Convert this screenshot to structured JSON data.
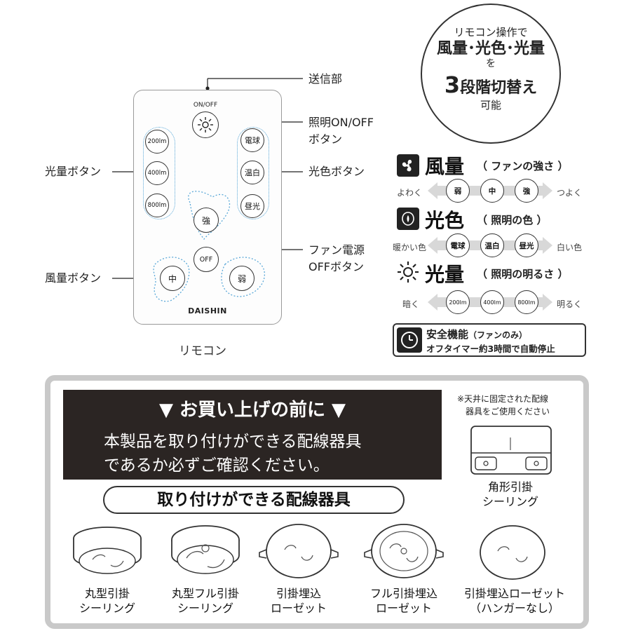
{
  "remote": {
    "caption": "リモコン",
    "onoff_label": "ON/OFF",
    "brand": "DAISHIN",
    "brightness_buttons": [
      "200lm",
      "400lm",
      "800lm"
    ],
    "color_buttons": [
      "電球",
      "温白",
      "昼光"
    ],
    "fan_buttons": {
      "strong": "強",
      "off": "OFF",
      "mid": "中",
      "weak": "弱"
    },
    "callouts": {
      "transmitter": "送信部",
      "light_onoff_1": "照明ON/OFF",
      "light_onoff_2": "ボタン",
      "brightness": "光量ボタン",
      "color": "光色ボタン",
      "fan_off_1": "ファン電源",
      "fan_off_2": "OFFボタン",
      "fan": "風量ボタン"
    }
  },
  "badge": {
    "line1": "リモコン操作で",
    "line2": "風量･光色･光量",
    "line3": "を",
    "line4_num": "3",
    "line4_text": "段階切替え",
    "line5": "可能"
  },
  "features": {
    "fan": {
      "title": "風量",
      "sub": "（ ファンの強さ ）",
      "left": "よわく",
      "right": "つよく",
      "levels": [
        "弱",
        "中",
        "強"
      ]
    },
    "color": {
      "title": "光色",
      "sub": "（ 照明の色 ）",
      "left": "暖かい色",
      "right": "白い色",
      "levels": [
        "電球",
        "温白",
        "昼光"
      ]
    },
    "light": {
      "title": "光量",
      "sub": "（ 照明の明るさ ）",
      "left": "暗く",
      "right": "明るく",
      "levels": [
        "200lm",
        "400lm",
        "800lm"
      ]
    },
    "safety": {
      "title": "安全機能",
      "title_note": "（ファンのみ）",
      "desc": "オフタイマー約3時間で自動停止"
    }
  },
  "notice": {
    "heading": "▼ お買い上げの前に ▼",
    "line1": "本製品を取り付けができる配線器具",
    "line2": "であるか必ずご確認ください。",
    "pill": "取り付けができる配線器具",
    "side_note_1": "※天井に固定された配線",
    "side_note_2": "器具をご使用ください",
    "square": {
      "line1": "角形引掛",
      "line2": "シーリング"
    },
    "devices": [
      {
        "line1": "丸型引掛",
        "line2": "シーリング"
      },
      {
        "line1": "丸型フル引掛",
        "line2": "シーリング"
      },
      {
        "line1": "引掛埋込",
        "line2": "ローゼット"
      },
      {
        "line1": "フル引掛埋込",
        "line2": "ローゼット"
      },
      {
        "line1": "引掛埋込ローゼット",
        "line2": "（ハンガーなし）"
      }
    ]
  },
  "icons": [
    "fan-icon",
    "light-color-icon",
    "brightness-icon",
    "timer-clock-icon",
    "sun-icon"
  ]
}
